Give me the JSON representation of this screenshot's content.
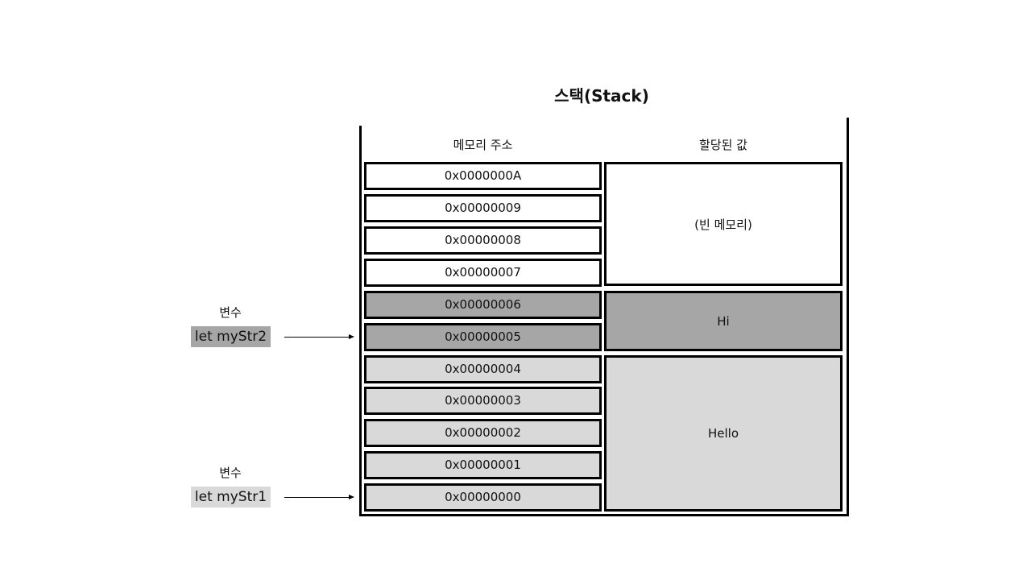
{
  "title": "스택(Stack)",
  "columns": {
    "address": "메모리 주소",
    "value": "할당된 값"
  },
  "addresses": [
    {
      "label": "0x0000000A",
      "fill": "#ffffff"
    },
    {
      "label": "0x00000009",
      "fill": "#ffffff"
    },
    {
      "label": "0x00000008",
      "fill": "#ffffff"
    },
    {
      "label": "0x00000007",
      "fill": "#ffffff"
    },
    {
      "label": "0x00000006",
      "fill": "#a6a6a6"
    },
    {
      "label": "0x00000005",
      "fill": "#a6a6a6"
    },
    {
      "label": "0x00000004",
      "fill": "#d9d9d9"
    },
    {
      "label": "0x00000003",
      "fill": "#d9d9d9"
    },
    {
      "label": "0x00000002",
      "fill": "#d9d9d9"
    },
    {
      "label": "0x00000001",
      "fill": "#d9d9d9"
    },
    {
      "label": "0x00000000",
      "fill": "#d9d9d9"
    }
  ],
  "values": [
    {
      "label": "(빈 메모리)",
      "fill": "#ffffff"
    },
    {
      "label": "Hi",
      "fill": "#a6a6a6"
    },
    {
      "label": "Hello",
      "fill": "#d9d9d9"
    }
  ],
  "variables": [
    {
      "caption": "변수",
      "name": "let myStr2",
      "fill": "#a6a6a6"
    },
    {
      "caption": "변수",
      "name": "let myStr1",
      "fill": "#d9d9d9"
    }
  ]
}
